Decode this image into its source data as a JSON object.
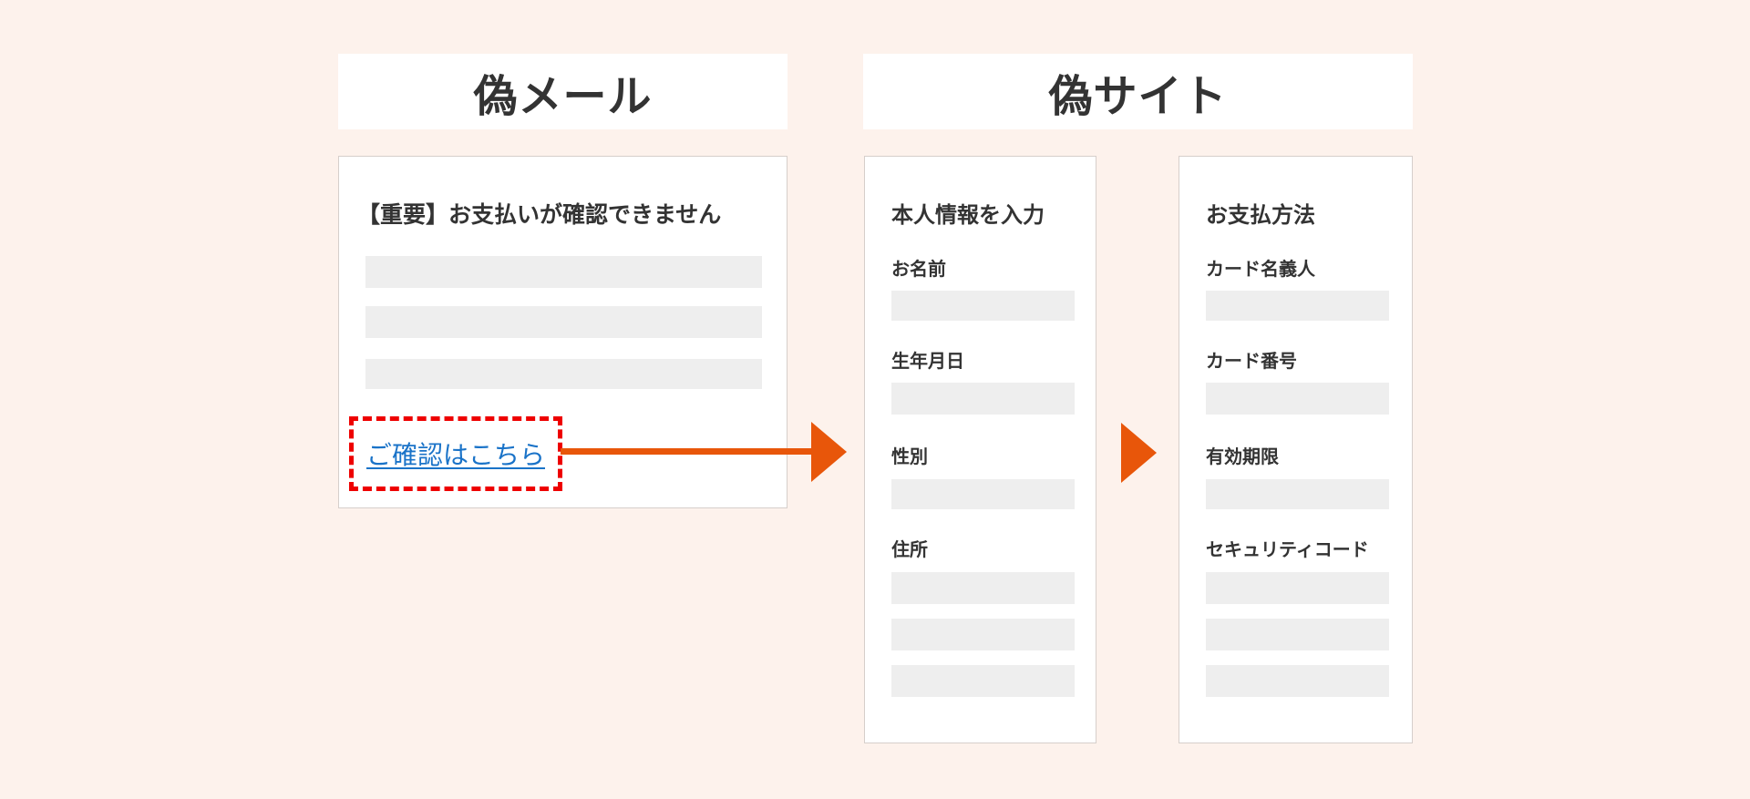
{
  "colors": {
    "background": "#fdf2ec",
    "card_background": "#ffffff",
    "card_border": "#d6cfcb",
    "placeholder_bar": "#eeeeee",
    "text": "#333333",
    "link": "#1a73c8",
    "link_highlight_border": "#ee0000",
    "arrow": "#e8560a"
  },
  "fake_email": {
    "header": "偽メール",
    "subject": "【重要】お支払いが確認できません",
    "body_line_count": 3,
    "link_text": "ご確認はこちら",
    "link_icon": "dashed-highlight-box"
  },
  "fake_site": {
    "header": "偽サイト",
    "personal_info_form": {
      "title": "本人情報を入力",
      "fields": [
        {
          "label": "お名前",
          "input_lines": 1
        },
        {
          "label": "生年月日",
          "input_lines": 1
        },
        {
          "label": "性別",
          "input_lines": 1
        },
        {
          "label": "住所",
          "input_lines": 3
        }
      ]
    },
    "payment_form": {
      "title": "お支払方法",
      "fields": [
        {
          "label": "カード名義人",
          "input_lines": 1
        },
        {
          "label": "カード番号",
          "input_lines": 1
        },
        {
          "label": "有効期限",
          "input_lines": 1
        },
        {
          "label": "セキュリティコード",
          "input_lines": 3
        }
      ]
    }
  },
  "arrows": [
    {
      "from": "email-link",
      "to": "personal-info-form",
      "icon": "arrow-right-icon"
    },
    {
      "from": "personal-info-form",
      "to": "payment-form",
      "icon": "triangle-right-icon"
    }
  ]
}
